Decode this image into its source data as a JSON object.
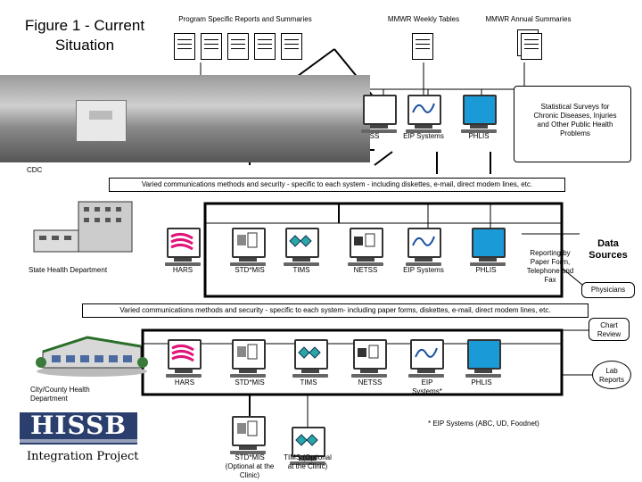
{
  "title": "Figure 1 - Current Situation",
  "top": {
    "program_reports": "Program Specific Reports and Summaries",
    "mmwr_weekly": "MMWR Weekly Tables",
    "mmwr_annual": "MMWR Annual Summaries"
  },
  "cdc": {
    "label": "CDC",
    "sys_netss": "SS",
    "sys_eip": "EIP Systems",
    "sys_phlis": "PHLIS",
    "surveys": "Statistical Surveys for Chronic Diseases, Injuries and Other Public Health Problems"
  },
  "banner1": "Varied communications methods and security - specific to each system - including diskettes, e-mail, direct modem lines, etc.",
  "state": {
    "label": "State Health Department",
    "systems": [
      "HARS",
      "STD*MIS",
      "TIMS",
      "NETSS",
      "EIP Systems",
      "PHLIS"
    ],
    "reporting": "Reporting by Paper Form, Telephone and Fax"
  },
  "data_sources": {
    "title": "Data Sources",
    "physicians": "Physicians",
    "chart_review": "Chart Review",
    "lab_reports": "Lab Reports"
  },
  "banner2": "Varied communications methods and security - specific to each system- including paper forms, diskettes, e-mail, direct modem lines, etc.",
  "city": {
    "label": "City/County Health Department",
    "systems": [
      "HARS",
      "STD*MIS",
      "TIMS",
      "NETSS",
      "EIP Systems*",
      "PHLIS"
    ],
    "footnote": "* EIP Systems (ABC, UD, Foodnet)"
  },
  "hissb": {
    "logo": "HISSB",
    "project": "Integration Project"
  },
  "clinic": {
    "stdmis": "STD*MIS (Optional at the Clinic)",
    "tims": "TIMS (Optional at the Clinic)"
  },
  "colors": {
    "hars": "#e0147a",
    "tims": "#2aa6a6",
    "eip": "#1a4fa0",
    "phlis": "#1a9ad6"
  }
}
